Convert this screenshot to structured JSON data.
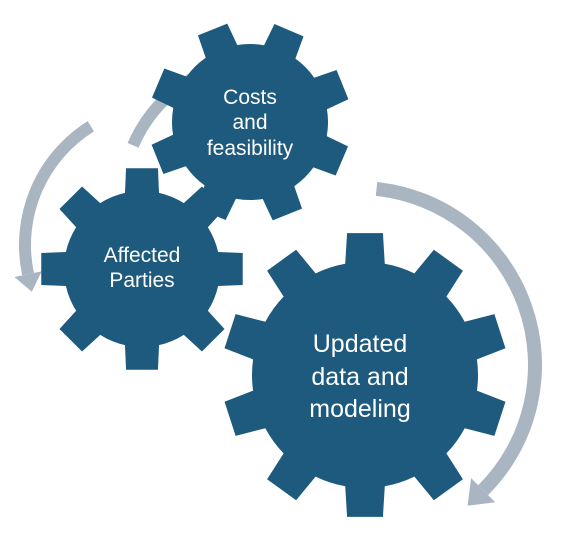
{
  "colors": {
    "gear": "#1d5a7d",
    "arrow": "#a9b6c2",
    "text": "#ffffff"
  },
  "gears": [
    {
      "id": "costs",
      "lines": [
        "Costs",
        "and",
        "feasibility"
      ]
    },
    {
      "id": "affected",
      "lines": [
        "Affected",
        "Parties"
      ]
    },
    {
      "id": "updated",
      "lines": [
        "Updated",
        "data and",
        "modeling"
      ]
    }
  ]
}
